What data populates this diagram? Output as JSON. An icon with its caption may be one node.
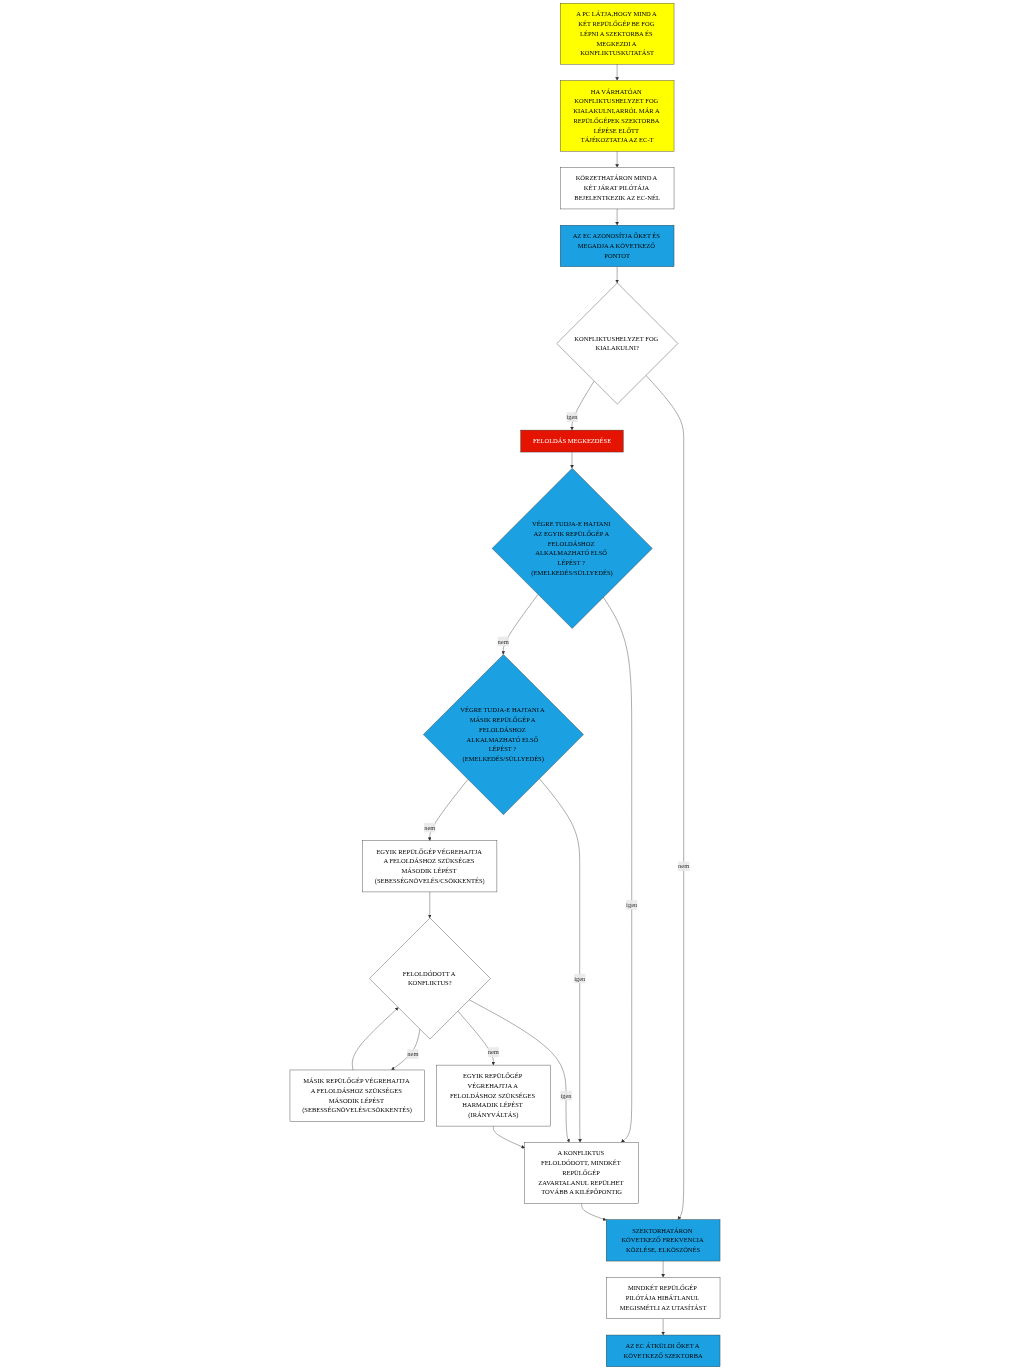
{
  "diagram": {
    "nodes": [
      {
        "text": [
          "A PC LÁTJA,HOGY MIND A KÉT REPÜLŐGÉP BE FOG LÉPNI A SZEKTORBA ÉS MEGKEZDI A KONFLIKTUSKUTATÁST"
        ]
      },
      {
        "text": [
          "HA VÁRHATÓAN KONFLIKTUSHELYZET FOG KIALAKULNI,ARRÓL MÁR A REPÜLŐGÉPEK SZEKTORBA LÉPÉSE ELŐTT TÁJÉKOZTATJA AZ EC-T"
        ]
      },
      {
        "text": [
          "KÖRZETHATÁRON MIND A KÉT JÁRAT PILÓTÁJA BEJELENTKEZIK AZ EC-NÉL"
        ]
      },
      {
        "text": [
          "AZ EC AZONOSÍTJA ŐKET ÉS MEGADJA A KÖVETKEZŐ PONTOT"
        ]
      },
      {
        "text": [
          "KONFLIKTUSHELYZET FOG KIALAKULNI?"
        ]
      },
      {
        "text": [
          "FELOLDÁS MEGKEZDÉSE"
        ]
      },
      {
        "text": [
          "VÉGRE TUDJA-E HAJTANI AZ EGYIK REPÜLŐGÉP A FELOLDÁSHOZ ALKALMAZHATÓ ELSŐ LÉPÉST ? (EMELKEDÉS/SÜLLYEDÉS)"
        ]
      },
      {
        "text": [
          "VÉGRE TUDJA-E HAJTANI A MÁSIK REPÜLŐGÉP A FELOLDÁSHOZ ALKALMAZHATÓ ELSŐ LÉPÉST ? (EMELKEDÉS/SÜLLYEDÉS)"
        ]
      },
      {
        "text": [
          "EGYIK REPÜLŐGÉP VÉGREHAJTJA A FELOLDÁSHOZ SZÜKSÉGES MÁSODIK LÉPÉST (SEBESSÉGNÖVELÉS/CSÖKKENTÉS)"
        ]
      },
      {
        "text": [
          "MÁSIK REPÜLŐGÉP VÉGREHAJTJA A FELOLDÁSHOZ SZÜKSÉGES MÁSODIK LÉPÉST (SEBESSÉGNÖVELÉS/CSÖKKENTÉS)"
        ]
      },
      {
        "text": [
          "FELOLDÓDOTT A KONFLIKTUS?"
        ]
      },
      {
        "text": [
          "EGYIK REPÜLŐGÉP VÉGREHAJTJA A FELOLDÁSHOZ SZÜKSÉGES HARMADIK LÉPÉST (IRÁNYVÁLTÁS)"
        ]
      },
      {
        "text": [
          "A KONFLIKTUS FELOLDÓDOTT, MINDKÉT REPÜLŐGÉP ZAVARTALANUL REPÜLHET TOVÁBB A KILÉPŐPONTIG"
        ]
      },
      {
        "text": [
          "SZEKTORHATÁRON KÖVETKEZŐ FREKVENCIA KÖZLÉSE, ELKÖSZÖNÉS"
        ]
      },
      {
        "text": [
          "MINDKÉT REPÜLŐGÉP PILÓTÁJA HIBÁTLANUL MEGISMÉTLI AZ UTASÍTÁST"
        ]
      },
      {
        "text": [
          "AZ EC ÁTKÜLDI ŐKET A KÖVETKEZŐ SZEKTORBA"
        ]
      }
    ],
    "edges": [
      {
        "from": 0,
        "to": 1,
        "arrow": "to"
      },
      {
        "from": 1,
        "to": 2,
        "arrow": "to"
      },
      {
        "from": 2,
        "to": 3,
        "arrow": "to"
      },
      {
        "from": 3,
        "to": 4,
        "arrow": "to"
      },
      {
        "from": 4,
        "to": 5,
        "arrow": "to",
        "label": "igen"
      },
      {
        "from": 4,
        "to": 13,
        "arrow": "to",
        "label": "nem"
      },
      {
        "from": 5,
        "to": 6,
        "arrow": "to"
      },
      {
        "from": 6,
        "to": 7,
        "arrow": "to",
        "label": "nem"
      },
      {
        "from": 6,
        "to": 12,
        "arrow": "to",
        "label": "igen"
      },
      {
        "from": 7,
        "to": 8,
        "arrow": "to",
        "label": "nem"
      },
      {
        "from": 7,
        "to": 12,
        "arrow": "to",
        "label": "igen"
      },
      {
        "from": 8,
        "to": 10,
        "arrow": "to"
      },
      {
        "from": 10,
        "to": 9,
        "arrow": "to",
        "label": "nem"
      },
      {
        "from": 9,
        "to": 10,
        "arrow": "to"
      },
      {
        "from": 10,
        "to": 11,
        "arrow": "to",
        "label": "nem"
      },
      {
        "from": 10,
        "to": 12,
        "arrow": "to",
        "label": "igen"
      },
      {
        "from": 11,
        "to": 12,
        "arrow": "to"
      },
      {
        "from": 12,
        "to": 13,
        "arrow": "to"
      },
      {
        "from": 13,
        "to": 14,
        "arrow": "to"
      },
      {
        "from": 14,
        "to": 15,
        "arrow": "to"
      }
    ]
  }
}
